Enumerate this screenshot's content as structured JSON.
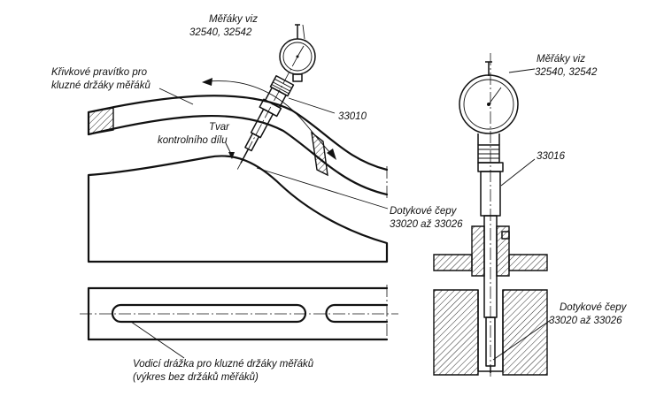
{
  "labels": {
    "gauge_top_left": [
      "Měřáky viz",
      "32540, 32542"
    ],
    "gauge_right": [
      "Měřáky viz",
      "32540, 32542"
    ],
    "ruler": [
      "Křivkové pravítko pro",
      "kluzné držáky měřáků"
    ],
    "holder_left": "33010",
    "part_shape": [
      "Tvar",
      "kontrolního dílu"
    ],
    "pins_left": [
      "Dotykové čepy",
      "33020 až 33026"
    ],
    "holder_right": "33016",
    "pins_right": [
      "Dotykové čepy",
      "33020 až 33026"
    ],
    "slot": [
      "Vodicí drážka pro kluzné držáky měřáků",
      "(výkres bez držáků měřáků)"
    ]
  }
}
